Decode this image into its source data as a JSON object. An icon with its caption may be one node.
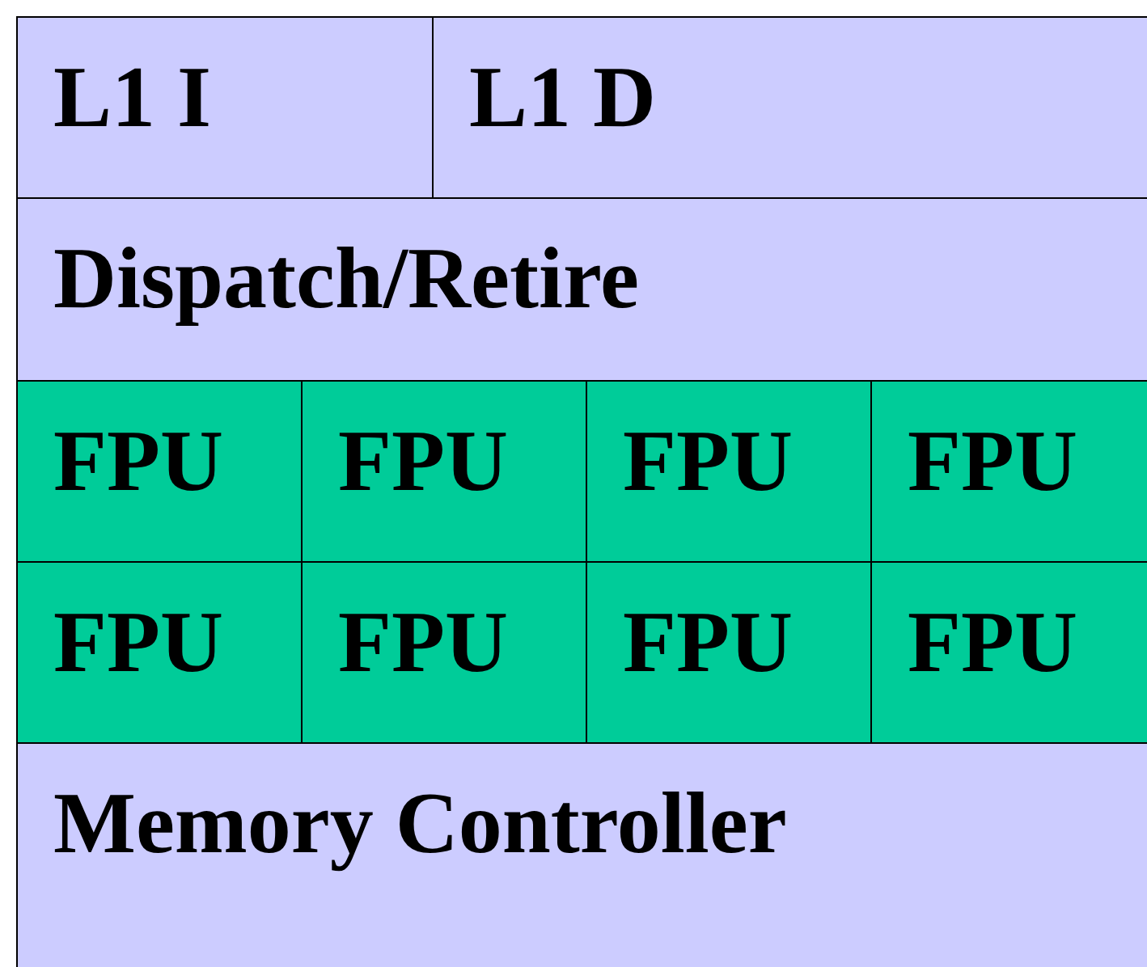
{
  "diagram": {
    "nodes": [
      {
        "text": [
          "L1 I"
        ]
      },
      {
        "text": [
          "L1 D"
        ]
      },
      {
        "text": [
          "Dispatch/Retire"
        ]
      },
      {
        "text": [
          "FPU"
        ]
      },
      {
        "text": [
          "FPU"
        ]
      },
      {
        "text": [
          "FPU"
        ]
      },
      {
        "text": [
          "FPU"
        ]
      },
      {
        "text": [
          "FPU"
        ]
      },
      {
        "text": [
          "FPU"
        ]
      },
      {
        "text": [
          "FPU"
        ]
      },
      {
        "text": [
          "FPU"
        ]
      },
      {
        "text": [
          "Memory Controller"
        ]
      }
    ]
  }
}
